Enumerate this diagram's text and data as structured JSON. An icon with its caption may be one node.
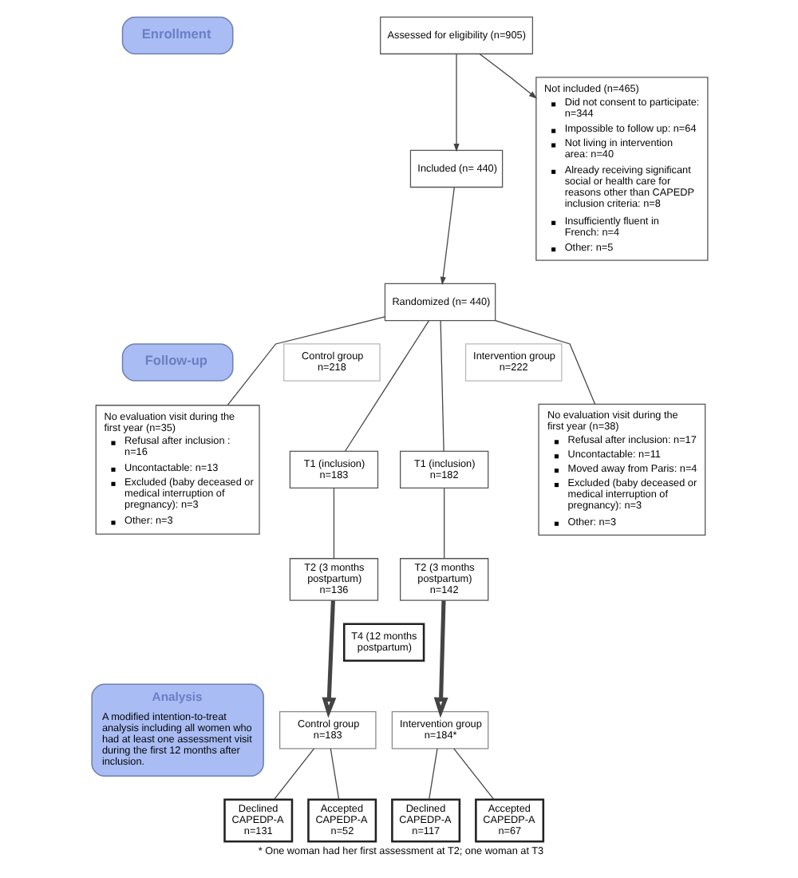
{
  "diagram": {
    "caption": "* One woman had her first assessment at T2; one woman at T3",
    "nodes": [
      {
        "text": [
          "Enrollment"
        ]
      },
      {
        "text": [
          "Assessed for eligibility (n=905)"
        ]
      },
      {
        "text": [
          "Not included (n=465)",
          "Did not consent to participate: n=344",
          "Impossible to follow up: n=64",
          "Not living in intervention area: n=40",
          "Already receiving significant social or health care for reasons other than CAPEDP inclusion criteria: n=8",
          "Insufficiently fluent in French: n=4",
          "Other: n=5"
        ]
      },
      {
        "text": [
          "Included (n= 440)"
        ]
      },
      {
        "text": [
          "Randomized (n= 440)"
        ]
      },
      {
        "text": [
          "Control group",
          "n=218"
        ]
      },
      {
        "text": [
          "Intervention group",
          "n=222"
        ]
      },
      {
        "text": [
          "Follow-up"
        ]
      },
      {
        "text": [
          "No evaluation visit during the first year (n=35)",
          "Refusal after inclusion : n=16",
          "Uncontactable: n=13",
          "Excluded (baby deceased or medical interruption of pregnancy): n=3",
          "Other: n=3"
        ]
      },
      {
        "text": [
          "T1 (inclusion)",
          "n=183"
        ]
      },
      {
        "text": [
          "T1 (inclusion)",
          "n=182"
        ]
      },
      {
        "text": [
          "No evaluation visit during the first year (n=38)",
          "Refusal after inclusion: n=17",
          "Uncontactable: n=11",
          "Moved away from Paris: n=4",
          "Excluded (baby deceased or medical interruption of pregnancy): n=3",
          "Other: n=3"
        ]
      },
      {
        "text": [
          "T2 (3 months postpartum)",
          "n=136"
        ]
      },
      {
        "text": [
          "T2 (3 months postpartum)",
          "n=142"
        ]
      },
      {
        "text": [
          "T4 (12 months postpartum)"
        ]
      },
      {
        "text": [
          "Analysis",
          "A modified intention-to-treat analysis including all women who had at least one assessment visit during the first 12 months after inclusion."
        ]
      },
      {
        "text": [
          "Control group",
          "n=183"
        ]
      },
      {
        "text": [
          "Intervention group",
          "n=184*"
        ]
      },
      {
        "text": [
          "Declined CAPEDP-A",
          "n=131"
        ]
      },
      {
        "text": [
          "Accepted CAPEDP-A",
          "n=52"
        ]
      },
      {
        "text": [
          "Declined CAPEDP-A",
          "n=117"
        ]
      },
      {
        "text": [
          "Accepted CAPEDP-A",
          "n=67"
        ]
      }
    ],
    "edges": [
      {
        "from": 1,
        "to": 3,
        "arrow": "to"
      },
      {
        "from": 1,
        "to": 2,
        "arrow": "to"
      },
      {
        "from": 3,
        "to": 4,
        "arrow": "to"
      },
      {
        "from": 4,
        "to": 9,
        "arrow": "none"
      },
      {
        "from": 4,
        "to": 10,
        "arrow": "none"
      },
      {
        "from": 4,
        "to": 8,
        "arrow": "none"
      },
      {
        "from": 4,
        "to": 11,
        "arrow": "none"
      },
      {
        "from": 9,
        "to": 12,
        "arrow": "none"
      },
      {
        "from": 10,
        "to": 13,
        "arrow": "none"
      },
      {
        "from": 12,
        "to": 16,
        "arrow": "to",
        "style": "thick"
      },
      {
        "from": 13,
        "to": 17,
        "arrow": "to",
        "style": "thick"
      },
      {
        "from": 16,
        "to": 18,
        "arrow": "none"
      },
      {
        "from": 16,
        "to": 19,
        "arrow": "none"
      },
      {
        "from": 17,
        "to": 20,
        "arrow": "none"
      },
      {
        "from": 17,
        "to": 21,
        "arrow": "none"
      }
    ]
  }
}
